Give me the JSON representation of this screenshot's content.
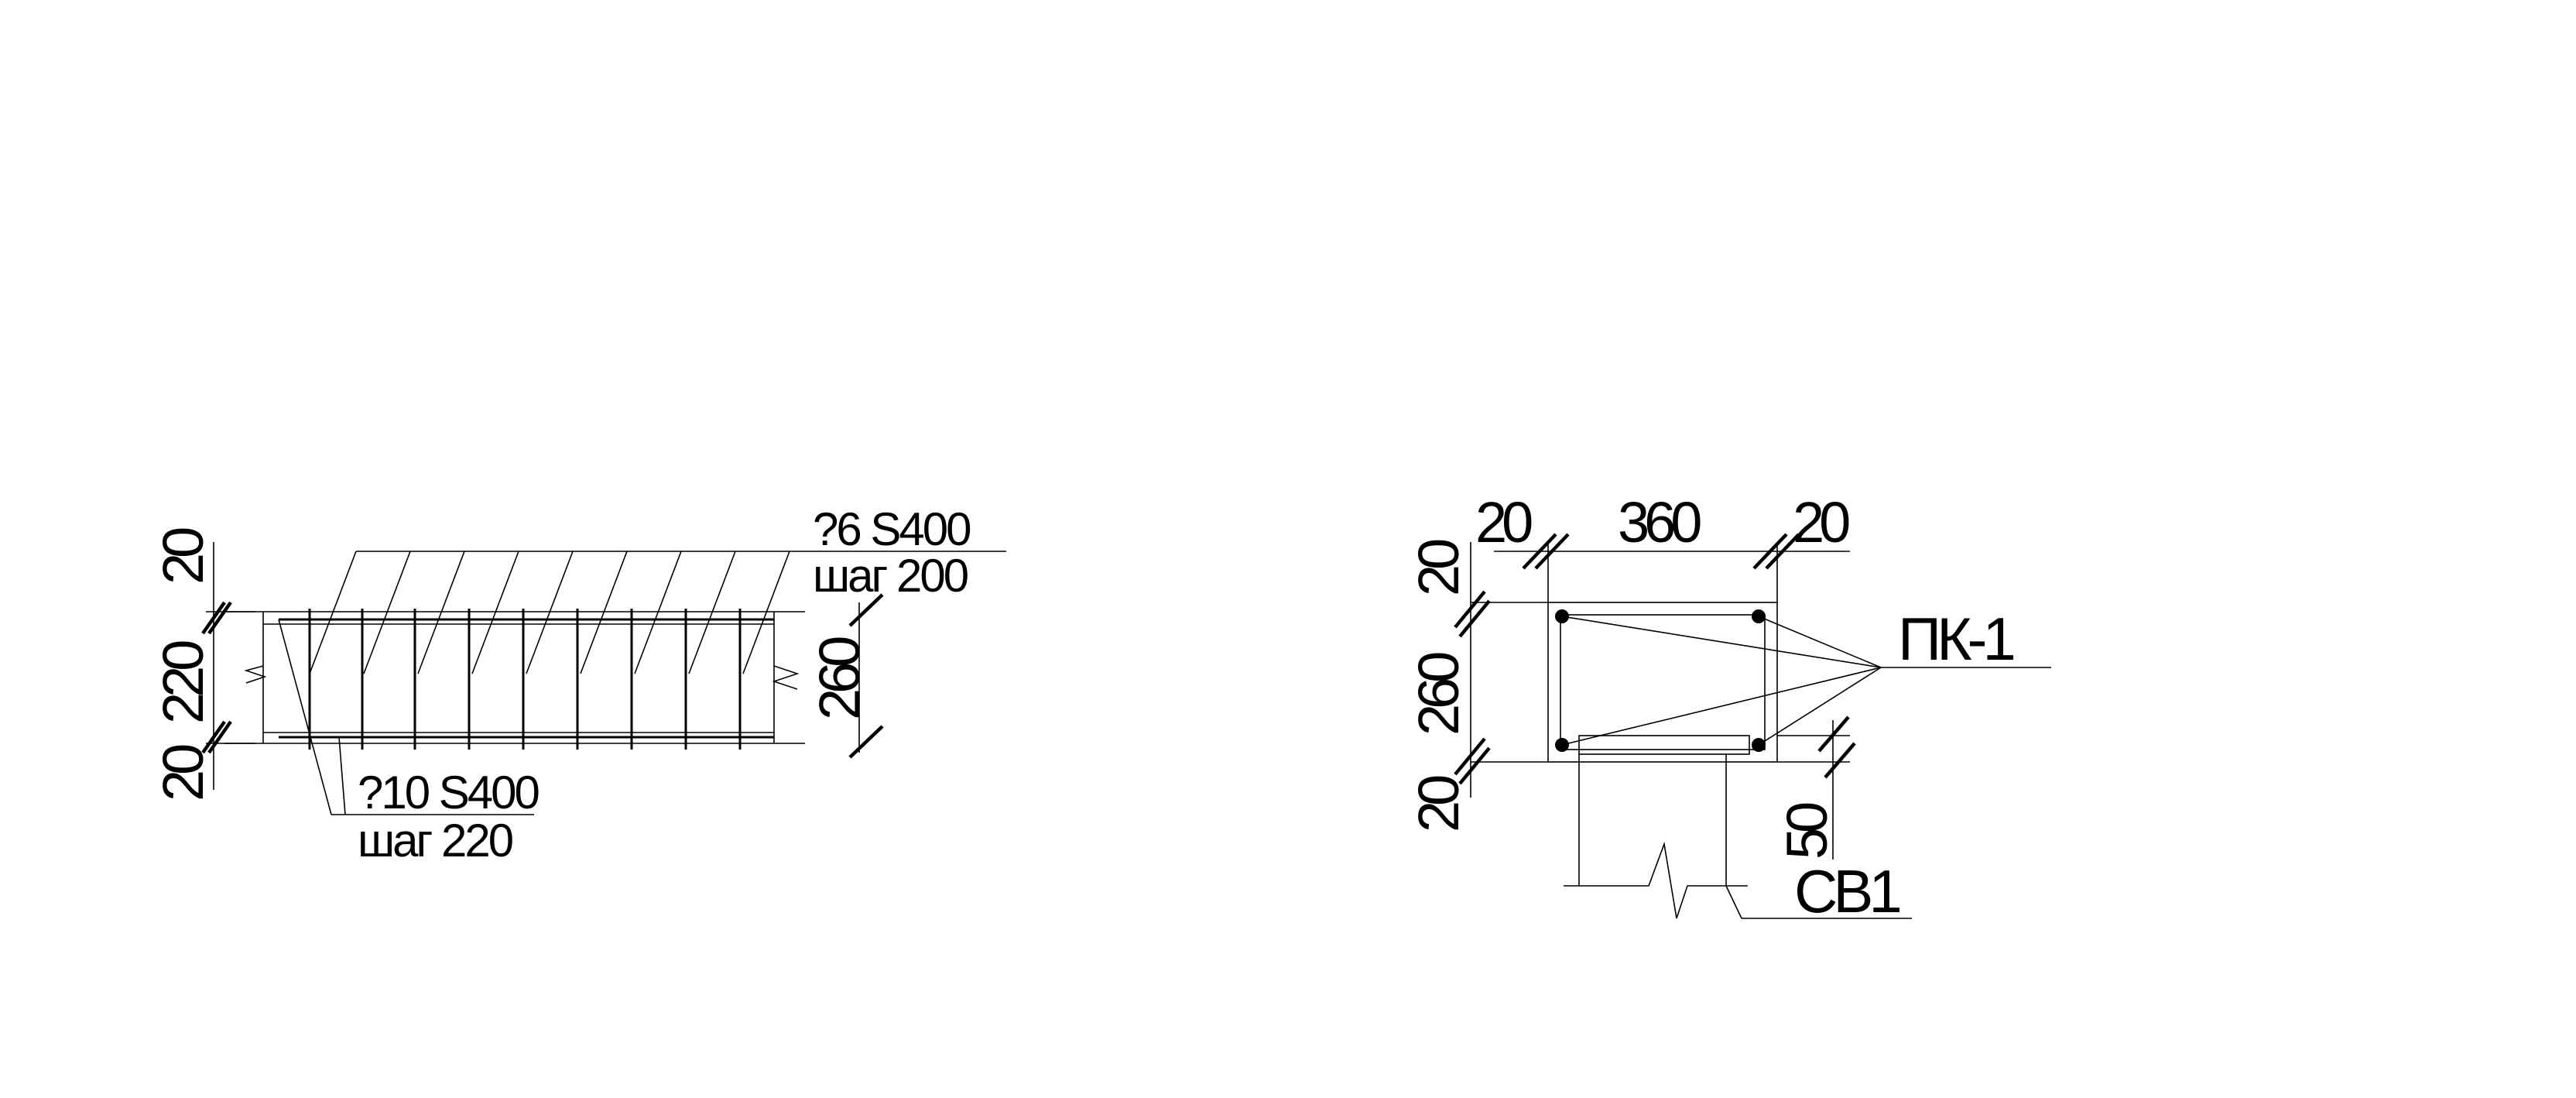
{
  "colors": {
    "background": "#ffffff",
    "ink": "#000000"
  },
  "left_detail": {
    "dimensions": {
      "top_cover": "20",
      "height": "220",
      "bottom_cover": "20",
      "total_height": "260"
    },
    "callouts": {
      "stirrup_bar": "?6 S400",
      "stirrup_step": "шаг 200",
      "main_bar": "?10 S400",
      "main_step": "шаг 220"
    }
  },
  "right_detail": {
    "dimensions": {
      "left_cover": "20",
      "width": "360",
      "right_cover": "20",
      "top_cover": "20",
      "height": "260",
      "bottom_cover": "20",
      "support_depth": "50"
    },
    "callouts": {
      "cage_mark": "ПК-1",
      "wall_mark": "СВ1"
    }
  }
}
